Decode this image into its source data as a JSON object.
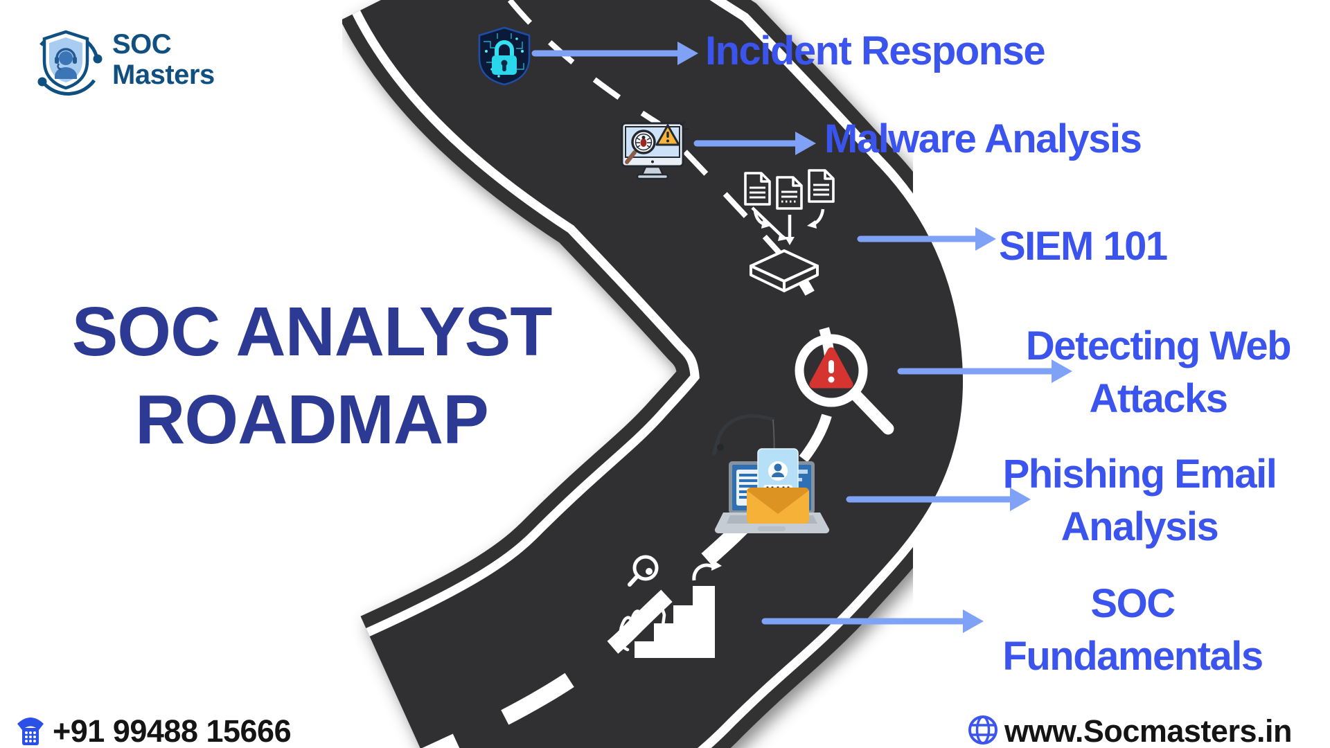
{
  "brand": {
    "line1": "SOC",
    "line2": "Masters"
  },
  "title": {
    "line1": "SOC ANALYST",
    "line2": "ROADMAP"
  },
  "milestones": [
    {
      "id": "incident-response",
      "icon": "shield-lock-icon",
      "lines": [
        "Incident Response"
      ]
    },
    {
      "id": "malware-analysis",
      "icon": "monitor-bug-icon",
      "lines": [
        "Malware Analysis"
      ]
    },
    {
      "id": "siem-101",
      "icon": "log-collection-icon",
      "lines": [
        "SIEM 101"
      ]
    },
    {
      "id": "detecting-web-attacks",
      "icon": "magnifier-alert-icon",
      "lines": [
        "Detecting Web",
        "Attacks"
      ]
    },
    {
      "id": "phishing-email-analysis",
      "icon": "phishing-laptop-icon",
      "lines": [
        "Phishing Email",
        "Analysis"
      ]
    },
    {
      "id": "soc-fundamentals",
      "icon": "stairs-growth-icon",
      "lines": [
        "SOC",
        "Fundamentals"
      ]
    }
  ],
  "footer": {
    "phone": "+91 99488 15666",
    "website": "www.Socmasters.in"
  },
  "colors": {
    "label_blue": "#3b54ed",
    "arrow_blue": "#7fa2f6",
    "title_navy": "#2c3a94",
    "brand_blue": "#0f5080",
    "road_dark": "#303032",
    "alert_red": "#d63430",
    "warning_yellow": "#f6b43c",
    "envelope_orange": "#f1a52d",
    "footer_text": "#141414"
  }
}
